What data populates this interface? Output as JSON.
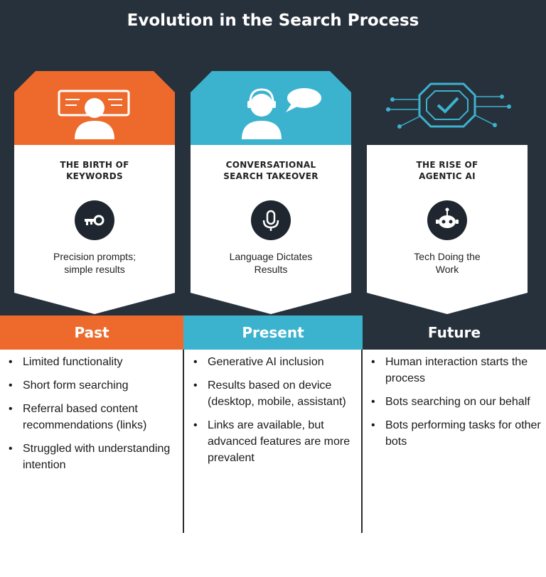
{
  "title": "Evolution in the Search Process",
  "colors": {
    "dark": "#27313c",
    "orange": "#ed6a2c",
    "blue": "#3bb3cf",
    "future": "#27313c"
  },
  "cards": [
    {
      "title_line1": "THE BIRTH OF",
      "title_line2": "KEYWORDS",
      "icon": "key-icon",
      "desc_line1": "Precision prompts;",
      "desc_line2": "simple results"
    },
    {
      "title_line1": "CONVERSATIONAL",
      "title_line2": "SEARCH TAKEOVER",
      "icon": "microphone-icon",
      "desc_line1": "Language Dictates",
      "desc_line2": "Results"
    },
    {
      "title_line1": "THE RISE OF",
      "title_line2": "AGENTIC AI",
      "icon": "robot-icon",
      "desc_line1": "Tech Doing the",
      "desc_line2": "Work"
    }
  ],
  "bands": [
    "Past",
    "Present",
    "Future"
  ],
  "columns": [
    {
      "items": [
        "Limited functionality",
        "Short form searching",
        "Referral based content recommendations (links)",
        "Struggled with understanding intention"
      ]
    },
    {
      "items": [
        "Generative AI inclusion",
        "Results based on device (desktop, mobile, assistant)",
        "Links are available, but advanced features are more prevalent"
      ]
    },
    {
      "items": [
        "Human interaction starts the process",
        "Bots searching on our behalf",
        "Bots performing tasks for other bots"
      ]
    }
  ]
}
